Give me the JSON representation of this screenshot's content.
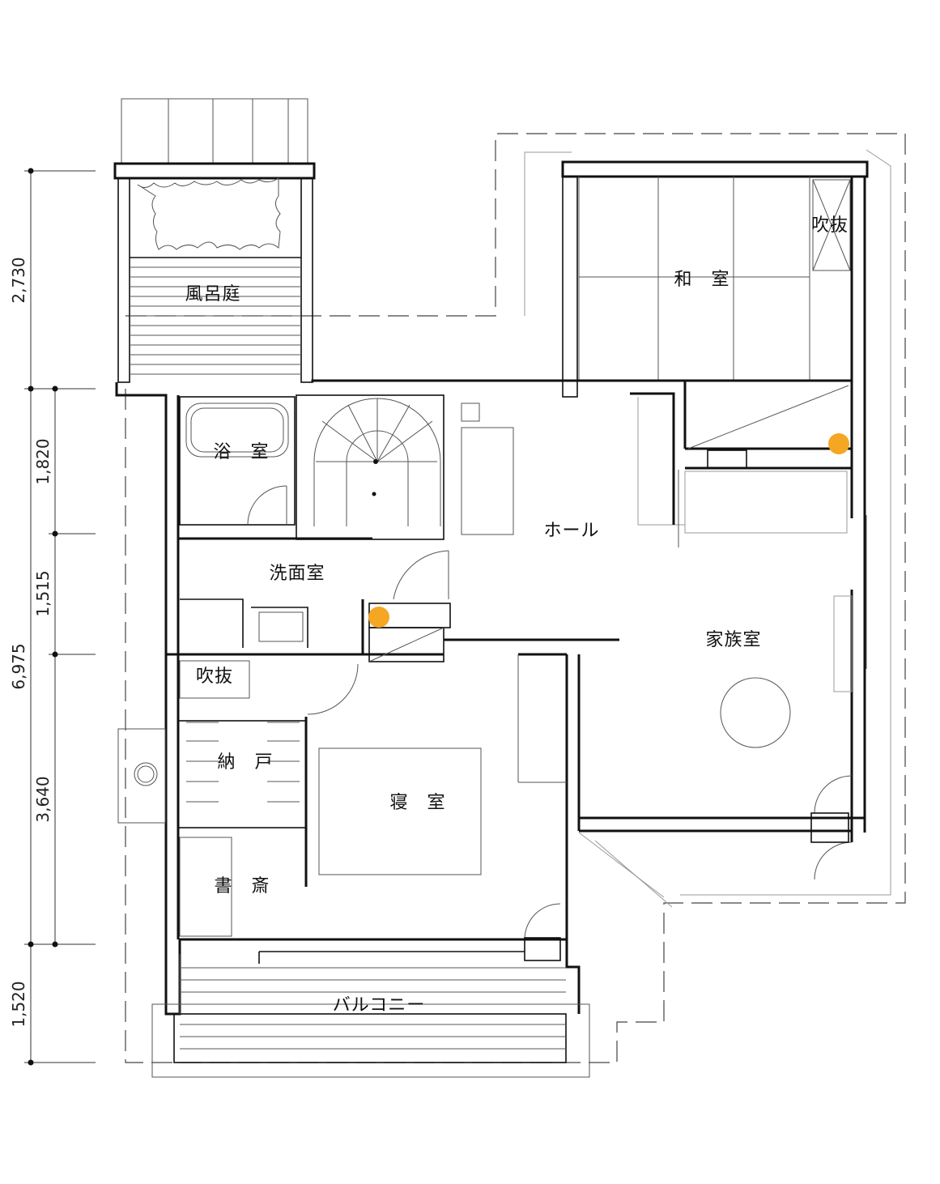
{
  "rooms": {
    "bath_garden": "風呂庭",
    "bathroom": "浴　室",
    "washroom": "洗面室",
    "void_small": "吹抜",
    "storage": "納　戸",
    "study": "書　斎",
    "bedroom": "寝　室",
    "hall": "ホール",
    "family_room": "家族室",
    "japanese_room": "和　室",
    "void_top": "吹抜",
    "balcony": "バルコニー"
  },
  "dimensions": {
    "outer": [
      "2,730",
      "6,975",
      "1,520"
    ],
    "inner": [
      "1,820",
      "1,515",
      "3,640"
    ]
  },
  "colors": {
    "wall": "#111111",
    "marker": "#f5a623"
  },
  "icons": {
    "marker": "orange-circle-marker",
    "dimension_tick": "dimension-dot"
  }
}
